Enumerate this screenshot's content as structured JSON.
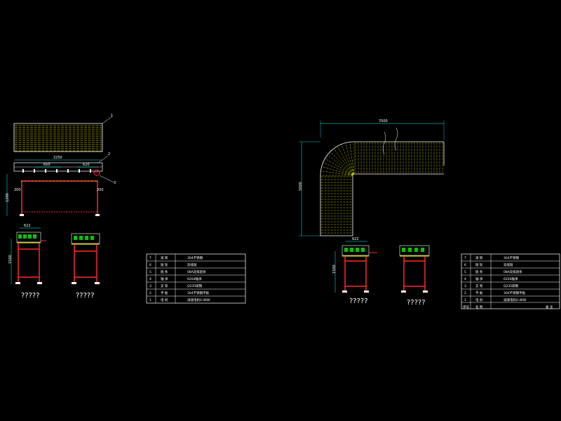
{
  "colors": {
    "background": "#000000",
    "line": "#ffffff",
    "dimension": "#00ffff",
    "frame": "#ff2a2a",
    "roller": "#ffff00",
    "green": "#00c800"
  },
  "icons": {
    "conveyor_plan": "roller-conveyor-plan-icon",
    "support_frame": "support-frame-icon",
    "curve": "curved-roller-conveyor-icon"
  },
  "left_drawing": {
    "dims": {
      "length": "2250",
      "pitch_a": "650",
      "pitch_b": "620",
      "height": "1200",
      "leg_left": "200",
      "leg_right": "200",
      "width": "622",
      "end_height": "1500"
    },
    "callouts": [
      "1",
      "2",
      "3"
    ],
    "captions": [
      "?????",
      "?????"
    ]
  },
  "right_drawing": {
    "dims": {
      "length": "7000",
      "height": "5000",
      "width": "622",
      "end_height": "1500"
    },
    "captions": [
      "?????",
      "?????"
    ]
  },
  "table_left": {
    "rows": [
      [
        "7",
        "滚 筒",
        "304不锈钢"
      ],
      [
        "6",
        "链 轮",
        "双排链"
      ],
      [
        "5",
        "链 条",
        "08A双排链条"
      ],
      [
        "4",
        "轴 承",
        "6204轴承"
      ],
      [
        "3",
        "支 架",
        "Q235碳钢"
      ],
      [
        "2",
        "平 板",
        "304不锈钢平板"
      ],
      [
        "1",
        "电 机",
        "减速电机0.4KW"
      ]
    ]
  },
  "table_right": {
    "rows": [
      [
        "7",
        "滚 筒",
        "304不锈钢"
      ],
      [
        "6",
        "链 轮",
        "双排链"
      ],
      [
        "5",
        "链 条",
        "08A双排链条"
      ],
      [
        "4",
        "轴 承",
        "6204轴承"
      ],
      [
        "3",
        "支 架",
        "Q235碳钢"
      ],
      [
        "2",
        "平 板",
        "304不锈钢平板"
      ],
      [
        "1",
        "电 机",
        "减速电机0.4KW"
      ]
    ],
    "footer": [
      "序号",
      "名 称",
      "备 注"
    ]
  }
}
